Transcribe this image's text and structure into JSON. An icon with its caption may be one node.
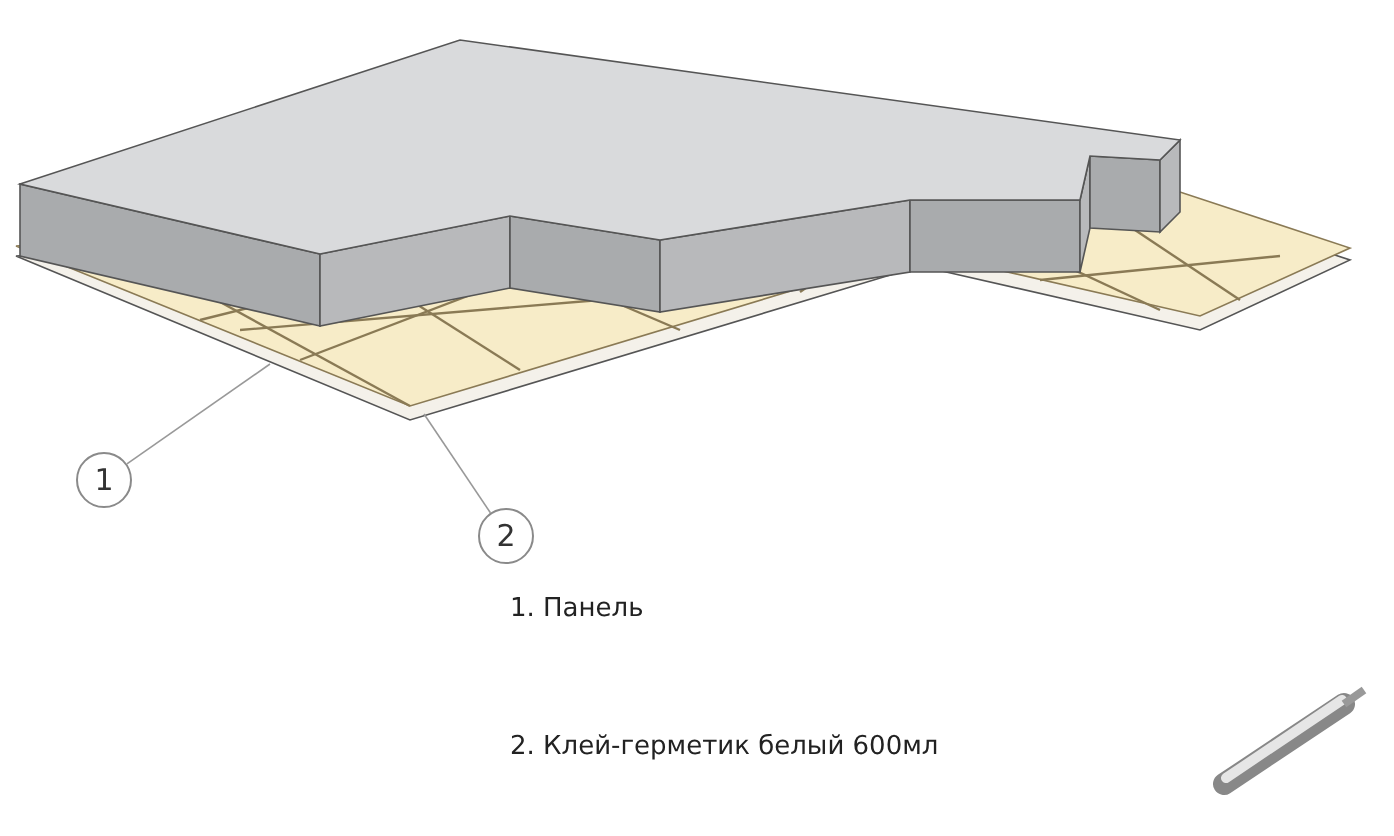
{
  "diagram": {
    "nodes": [
      {
        "text": [
          "1"
        ]
      },
      {
        "text": [
          "2"
        ]
      }
    ],
    "edges": [
      {
        "from": 0,
        "to": null,
        "arrow": "none"
      },
      {
        "from": 1,
        "to": null,
        "arrow": "none"
      }
    ],
    "labels": [
      "1. Панель",
      "2. Клей-герметик белый 600мл"
    ]
  }
}
